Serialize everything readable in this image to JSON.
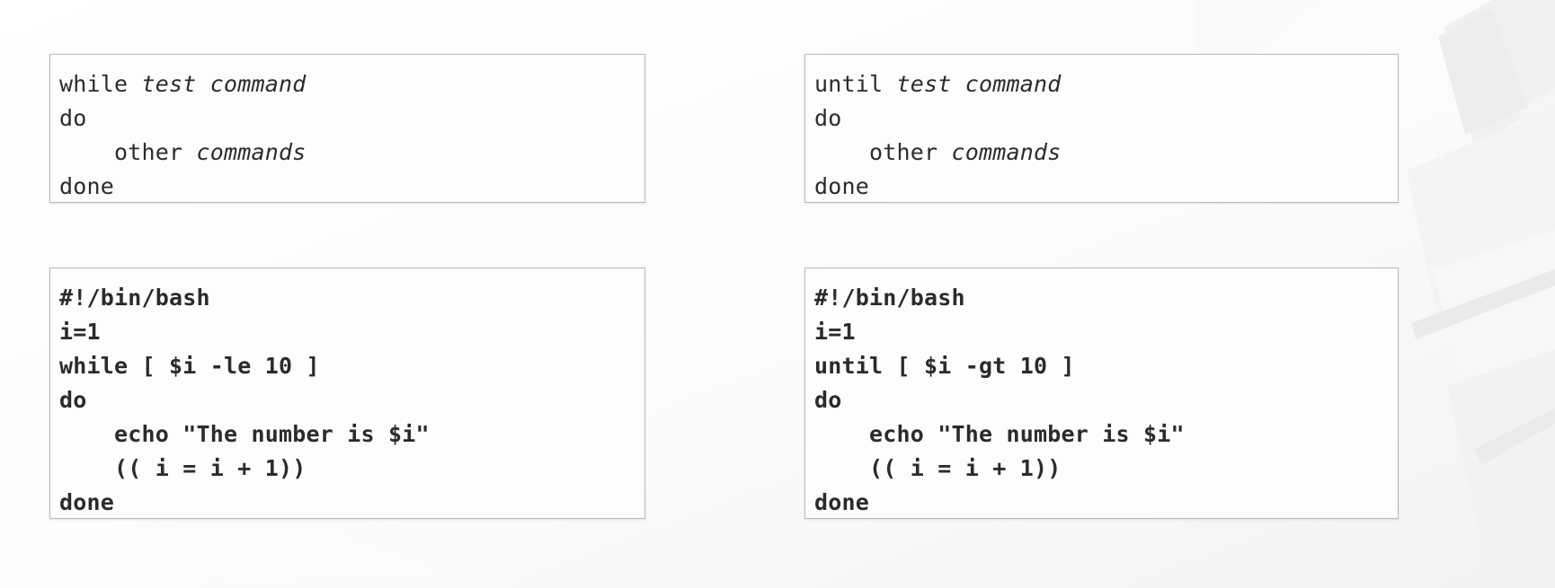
{
  "page": {
    "background_color": "#ffffff",
    "box_background_color": "#fdfdfd",
    "box_border_color": "#b9b9b9",
    "text_color": "#2b2b2b"
  },
  "boxes": {
    "while_syntax": {
      "name": "while-loop-syntax",
      "lines": [
        {
          "plain": "while ",
          "italic": "test command"
        },
        {
          "plain": "do",
          "italic": ""
        },
        {
          "plain": "    other ",
          "italic": "commands"
        },
        {
          "plain": "done",
          "italic": ""
        }
      ]
    },
    "until_syntax": {
      "name": "until-loop-syntax",
      "lines": [
        {
          "plain": "until ",
          "italic": "test command"
        },
        {
          "plain": "do",
          "italic": ""
        },
        {
          "plain": "    other ",
          "italic": "commands"
        },
        {
          "plain": "done",
          "italic": ""
        }
      ]
    },
    "while_script": {
      "name": "while-loop-script",
      "lines": [
        "#!/bin/bash",
        "i=1",
        "while [ $i -le 10 ]",
        "do",
        "    echo \"The number is $i\"",
        "    (( i = i + 1))",
        "done"
      ]
    },
    "until_script": {
      "name": "until-loop-script",
      "lines": [
        "#!/bin/bash",
        "i=1",
        "until [ $i -gt 10 ]",
        "do",
        "    echo \"The number is $i\"",
        "    (( i = i + 1))",
        "done"
      ]
    }
  }
}
